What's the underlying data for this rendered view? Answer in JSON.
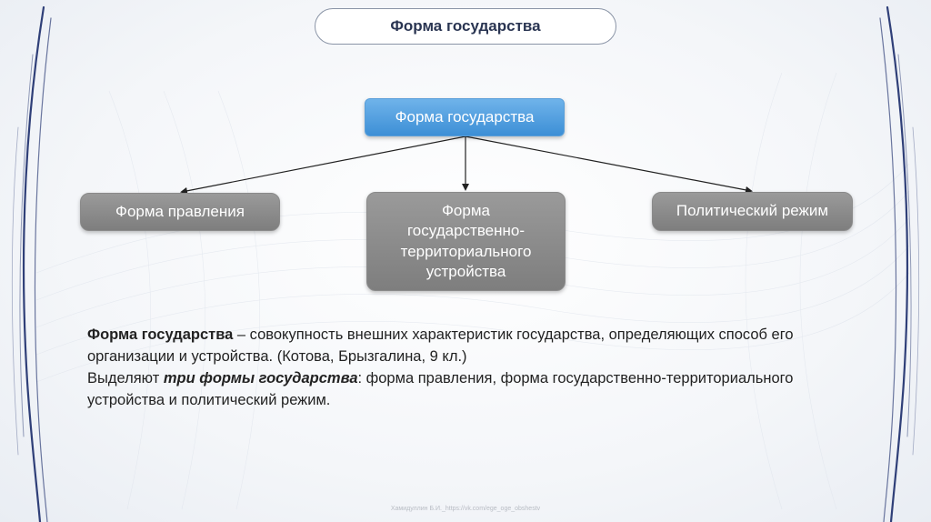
{
  "slide": {
    "title": "Форма государства",
    "footer": "Хамидуллин Б.И._https://vk.com/ege_oge_obshestv"
  },
  "diagram": {
    "root": "Форма государства",
    "children": [
      "Форма правления",
      "Форма государственно-территориального устройства",
      "Политический режим"
    ],
    "mid_lines": [
      "Форма",
      "государственно-",
      "территориального",
      "устройства"
    ]
  },
  "definition": {
    "term": "Форма государства",
    "line1_rest": " – совокупность внешних характеристик государства, определяющих способ его организации и устройства. (Котова, Брызгалина, 9 кл.)",
    "line2_start": "Выделяют ",
    "line2_emph": "три формы государства",
    "line2_rest": ": форма правления, форма государственно-территориального устройства и политический режим."
  },
  "colors": {
    "root_node": "#4a9ae0",
    "child_nodes": "#8c8c8c",
    "title_text": "#2a3552",
    "wave_lines": "#3b4f8a"
  }
}
